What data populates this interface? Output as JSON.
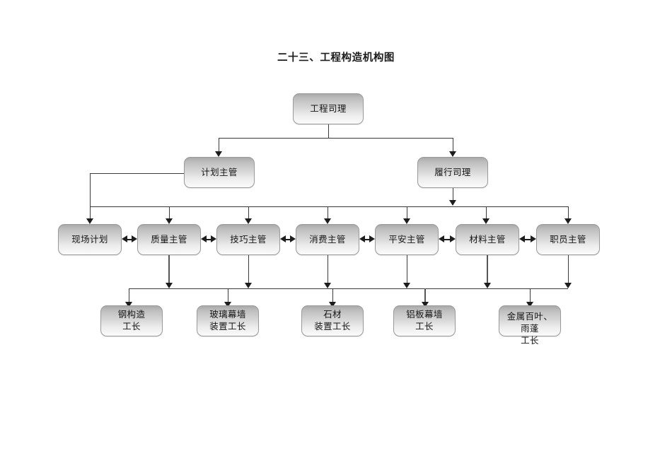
{
  "document": {
    "title": "二十三、工程构造机构图"
  },
  "chart_data": {
    "type": "diagram",
    "diagram_kind": "organization-chart",
    "orientation": "top-down",
    "title": "二十三、工程构造机构图",
    "levels": [
      {
        "level": 1,
        "nodes": [
          "工程司理"
        ]
      },
      {
        "level": 2,
        "nodes": [
          "计划主管",
          "履行司理"
        ]
      },
      {
        "level": 3,
        "nodes": [
          "现场计划",
          "质量主管",
          "技巧主管",
          "消费主管",
          "平安主管",
          "材料主管",
          "职员主管"
        ]
      },
      {
        "level": 4,
        "nodes": [
          "钢构造\n工长",
          "玻璃幕墙\n装置工长",
          "石材\n装置工长",
          "铝板幕墙\n工长",
          "金属百叶、\n雨蓬\n工长"
        ]
      }
    ],
    "edges": [
      {
        "from": "工程司理",
        "to": "计划主管",
        "style": "elbow-arrow"
      },
      {
        "from": "工程司理",
        "to": "履行司理",
        "style": "elbow-arrow"
      },
      {
        "from": "计划主管",
        "to": "现场计划",
        "style": "elbow-arrow"
      },
      {
        "from": "履行司理",
        "to": "质量主管",
        "style": "bus-arrow"
      },
      {
        "from": "履行司理",
        "to": "技巧主管",
        "style": "bus-arrow"
      },
      {
        "from": "履行司理",
        "to": "消费主管",
        "style": "bus-arrow"
      },
      {
        "from": "履行司理",
        "to": "平安主管",
        "style": "bus-arrow"
      },
      {
        "from": "履行司理",
        "to": "材料主管",
        "style": "bus-arrow"
      },
      {
        "from": "履行司理",
        "to": "职员主管",
        "style": "bus-arrow"
      },
      {
        "from": "现场计划",
        "to": "质量主管",
        "style": "double-arrow"
      },
      {
        "from": "质量主管",
        "to": "技巧主管",
        "style": "double-arrow"
      },
      {
        "from": "技巧主管",
        "to": "消费主管",
        "style": "double-arrow"
      },
      {
        "from": "消费主管",
        "to": "平安主管",
        "style": "double-arrow"
      },
      {
        "from": "平安主管",
        "to": "材料主管",
        "style": "double-arrow"
      },
      {
        "from": "材料主管",
        "to": "职员主管",
        "style": "double-arrow"
      },
      {
        "from": "level-3-bus",
        "to": "钢构造 工长",
        "style": "bus-arrow"
      },
      {
        "from": "level-3-bus",
        "to": "玻璃幕墙 装置工长",
        "style": "bus-arrow"
      },
      {
        "from": "level-3-bus",
        "to": "石材 装置工长",
        "style": "bus-arrow"
      },
      {
        "from": "level-3-bus",
        "to": "铝板幕墙 工长",
        "style": "bus-arrow"
      },
      {
        "from": "level-3-bus",
        "to": "金属百叶、雨蓬 工长",
        "style": "bus-arrow"
      }
    ],
    "colors": {
      "node_fill_top": "#a9a9a9",
      "node_fill_bottom": "#fbfbfb",
      "node_border": "#9a9a9a",
      "connector": "#3a3a3a",
      "text": "#161616",
      "background": "#ffffff"
    }
  },
  "nodes": {
    "level1": {
      "manager": "工程司理"
    },
    "level2": {
      "plan_supervisor": "计划主管",
      "executive_manager": "履行司理"
    },
    "level3": {
      "n0": "现场计划",
      "n1": "质量主管",
      "n2": "技巧主管",
      "n3": "消费主管",
      "n4": "平安主管",
      "n5": "材料主管",
      "n6": "职员主管"
    },
    "level4": {
      "n0": "钢构造\n工长",
      "n1": "玻璃幕墙\n装置工长",
      "n2": "石材\n装置工长",
      "n3": "铝板幕墙\n工长",
      "n4": "金属百叶、\n雨蓬\n工长"
    }
  }
}
